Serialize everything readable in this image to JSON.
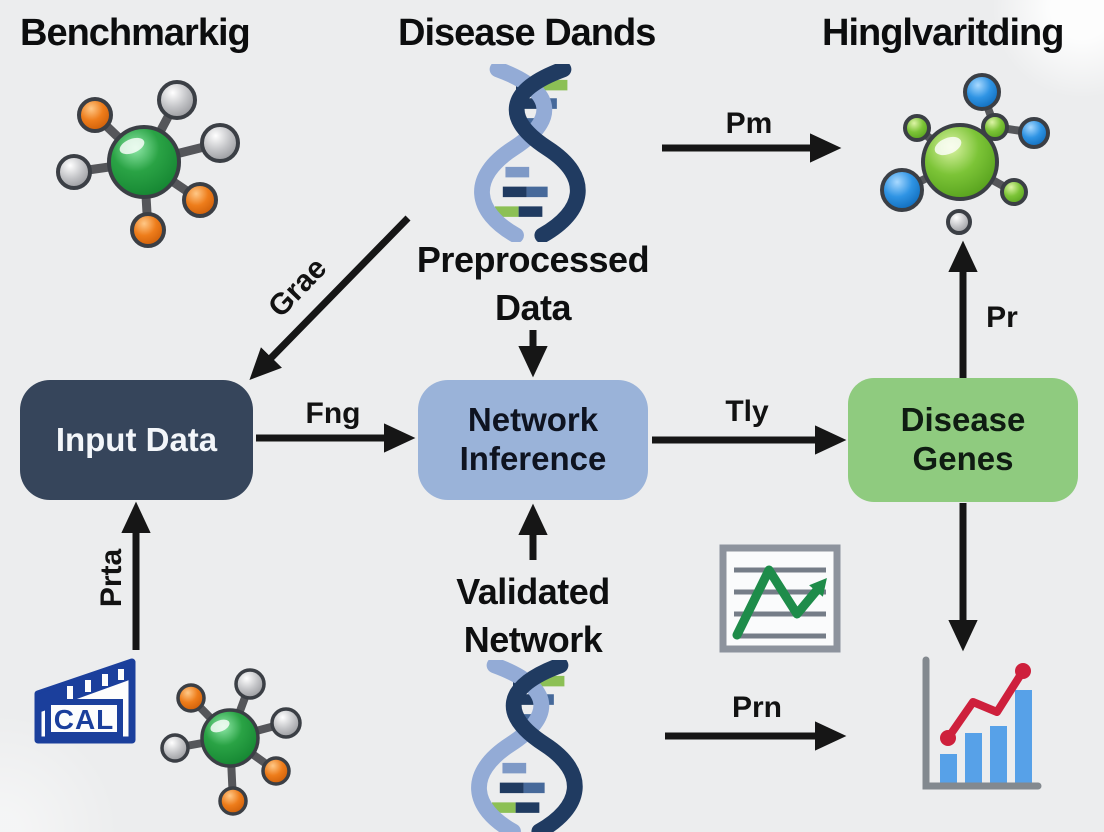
{
  "titles": {
    "benchmarking": "Benchmarkig",
    "disease_bands": "Disease Dands",
    "highlighting": "Hinglvaritding"
  },
  "boxes": {
    "input_data": {
      "label": "Input Data",
      "fill": "#36455b"
    },
    "network_inference": {
      "line1": "Network",
      "line2": "Inference",
      "fill": "#9ab3d9"
    },
    "disease_genes": {
      "line1": "Disease",
      "line2": "Genes",
      "fill": "#8fcb7f"
    }
  },
  "annotations": {
    "preprocessed": {
      "line1": "Preprocessed",
      "line2": "Data"
    },
    "validated": {
      "line1": "Validated",
      "line2": "Network"
    }
  },
  "edges": {
    "grae": "Grae",
    "pm": "Pm",
    "fng": "Fng",
    "tly": "Tly",
    "pr": "Pr",
    "prta": "Prta",
    "prn": "Prn"
  },
  "cal_text": "CAL",
  "icons": {
    "top_left": "molecule-network-icon",
    "top_center": "dna-helix-icon",
    "top_right": "molecule-network-icon",
    "mid_right": "line-chart-icon",
    "bottom_left_1": "clapperboard-cal-icon",
    "bottom_left_2": "molecule-network-icon",
    "bottom_center": "dna-helix-icon",
    "bottom_right": "bar-chart-icon"
  },
  "colors": {
    "background": "#ecedee",
    "arrow": "#161616",
    "box_input_fill": "#36455b",
    "box_network_fill": "#9ab3d9",
    "box_disease_fill": "#8fcb7f",
    "dna_light_blue": "#93abd6",
    "dna_navy": "#203b61",
    "dna_green": "#8cc055",
    "molecule_green": "#2aa345",
    "molecule_lime": "#7cc437",
    "molecule_orange": "#ee7d1b",
    "molecule_gray": "#c2c3c6",
    "molecule_blue": "#2f94e4",
    "chart_line_green": "#1e8c4a",
    "chart_red": "#ce203c",
    "chart_bar_blue": "#57a1e8",
    "cal_blue": "#1b3f9c"
  }
}
